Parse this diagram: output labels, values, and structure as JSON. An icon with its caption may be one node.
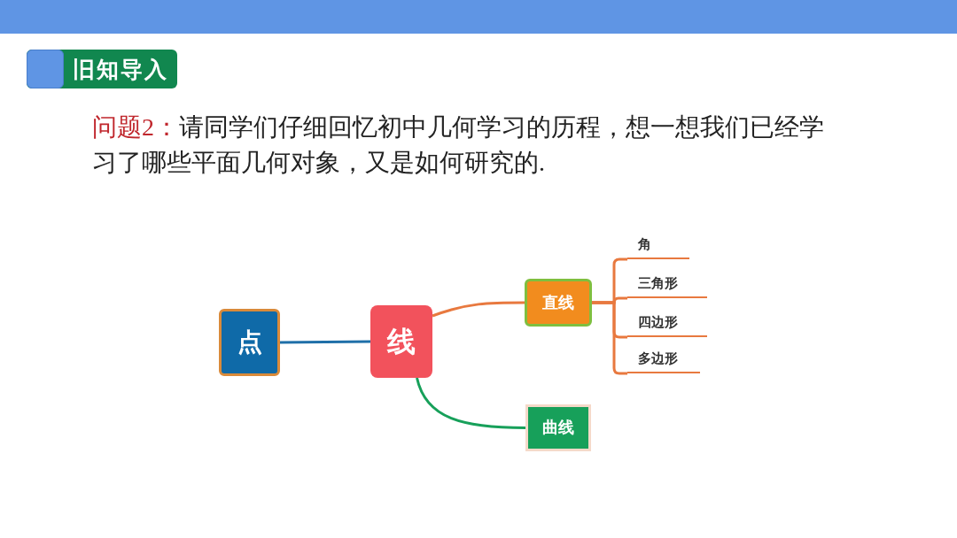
{
  "diagram": {
    "title": "旧知导入",
    "nodes": [
      {
        "text": [
          "点"
        ]
      },
      {
        "text": [
          "线"
        ]
      },
      {
        "text": [
          "直线"
        ]
      },
      {
        "text": [
          "曲线"
        ]
      },
      {
        "text": [
          "角"
        ]
      },
      {
        "text": [
          "三角形"
        ]
      },
      {
        "text": [
          "四边形"
        ]
      },
      {
        "text": [
          "多边形"
        ]
      }
    ],
    "edges": [
      {
        "from": 0,
        "to": 1,
        "arrow": "none",
        "color": "#1f6fa8"
      },
      {
        "from": 1,
        "to": 2,
        "arrow": "none"
      },
      {
        "from": 1,
        "to": 3,
        "arrow": "none",
        "color": "#17a05a"
      },
      {
        "from": 2,
        "to": 4,
        "arrow": "none"
      },
      {
        "from": 2,
        "to": 5,
        "arrow": "none"
      },
      {
        "from": 2,
        "to": 6,
        "arrow": "none"
      },
      {
        "from": 2,
        "to": 7,
        "arrow": "none"
      }
    ],
    "labels": [
      "问题2：",
      "请同学们仔细回忆初中几何学习的历程，想一想我们已经学习了哪些平面几何对象，又是如何研究的."
    ]
  }
}
